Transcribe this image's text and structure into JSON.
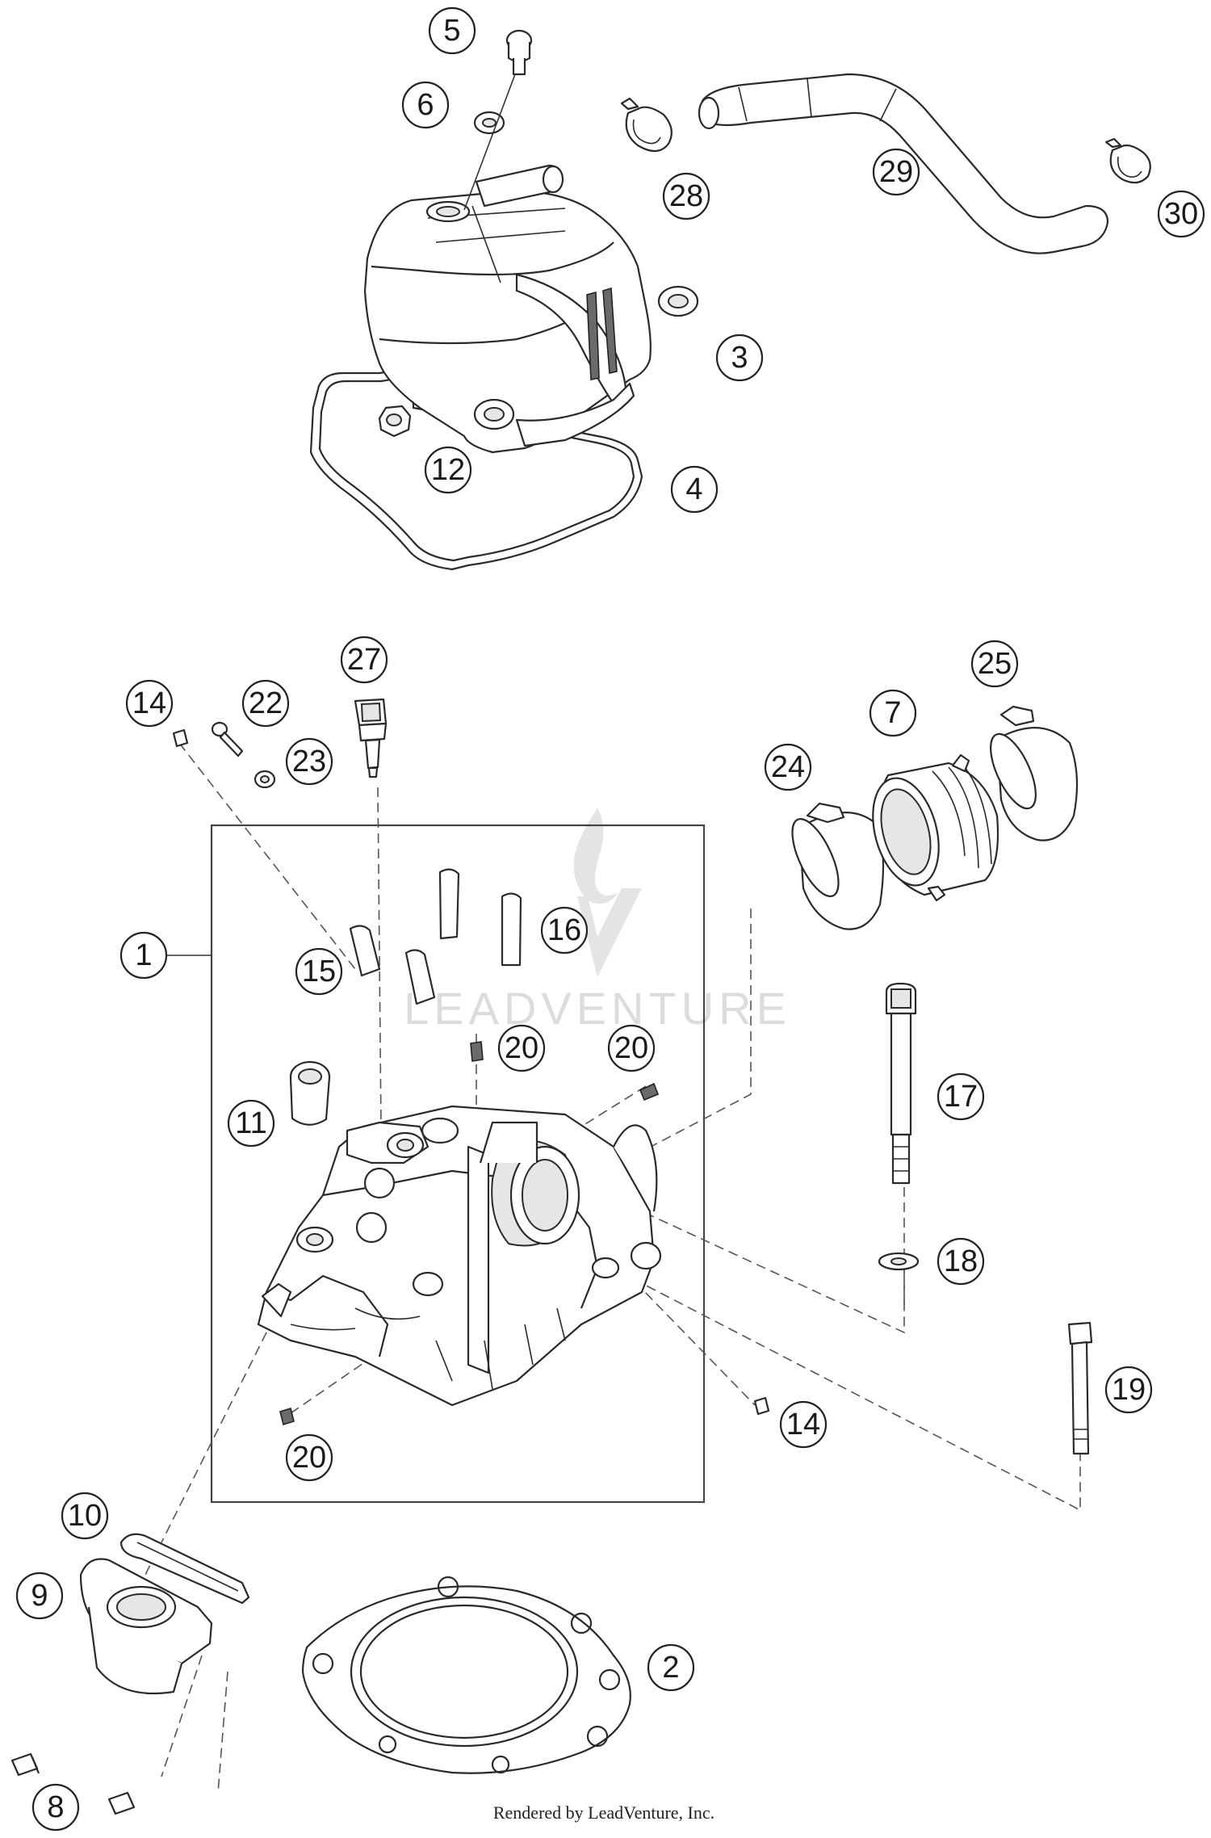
{
  "watermark": {
    "text": "LEADVENTURE"
  },
  "credit": {
    "text": "Rendered by LeadVenture, Inc."
  },
  "callouts": {
    "c1": "1",
    "c2": "2",
    "c3": "3",
    "c4": "4",
    "c5": "5",
    "c6": "6",
    "c7": "7",
    "c8": "8",
    "c9": "9",
    "c10": "10",
    "c11": "11",
    "c12": "12",
    "c14a": "14",
    "c14b": "14",
    "c15": "15",
    "c16": "16",
    "c17": "17",
    "c18": "18",
    "c19": "19",
    "c20a": "20",
    "c20b": "20",
    "c20c": "20",
    "c22": "22",
    "c23": "23",
    "c24": "24",
    "c25": "25",
    "c27": "27",
    "c28": "28",
    "c29": "29",
    "c30": "30"
  }
}
